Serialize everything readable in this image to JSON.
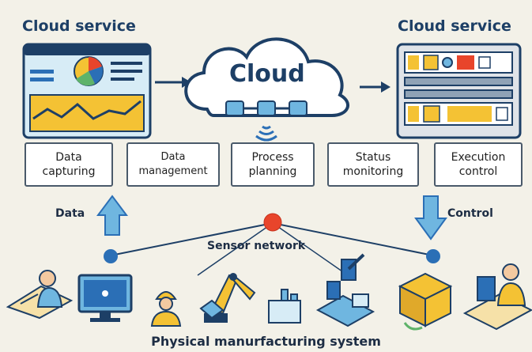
{
  "left_title": "Cloud service",
  "right_title": "Cloud service",
  "cloud_label": "Cloud",
  "services": [
    {
      "label": "Data\ncapturing"
    },
    {
      "label": "Data\nmanagement"
    },
    {
      "label": "Process\nplanning"
    },
    {
      "label": "Status\nmonitoring"
    },
    {
      "label": "Execution\ncontrol"
    }
  ],
  "data_label": "Data",
  "control_label": "Control",
  "sensor_network_label": "Sensor network",
  "bottom_caption": "Physical manurfacturing system",
  "icons": [
    "dashboard-icon",
    "cloud-icon",
    "server-rack-icon",
    "operator-icon",
    "computer-monitor-icon",
    "worker-icon",
    "robot-arm-icon",
    "factory-icon",
    "assembly-line-icon",
    "package-box-icon",
    "office-worker-icon"
  ],
  "colors": {
    "navy": "#1d3f66",
    "blue_arrow": "#6fb6e0",
    "sensor_red": "#e8452b",
    "node_blue": "#2b6fb6",
    "accent_yellow": "#f4c234"
  }
}
